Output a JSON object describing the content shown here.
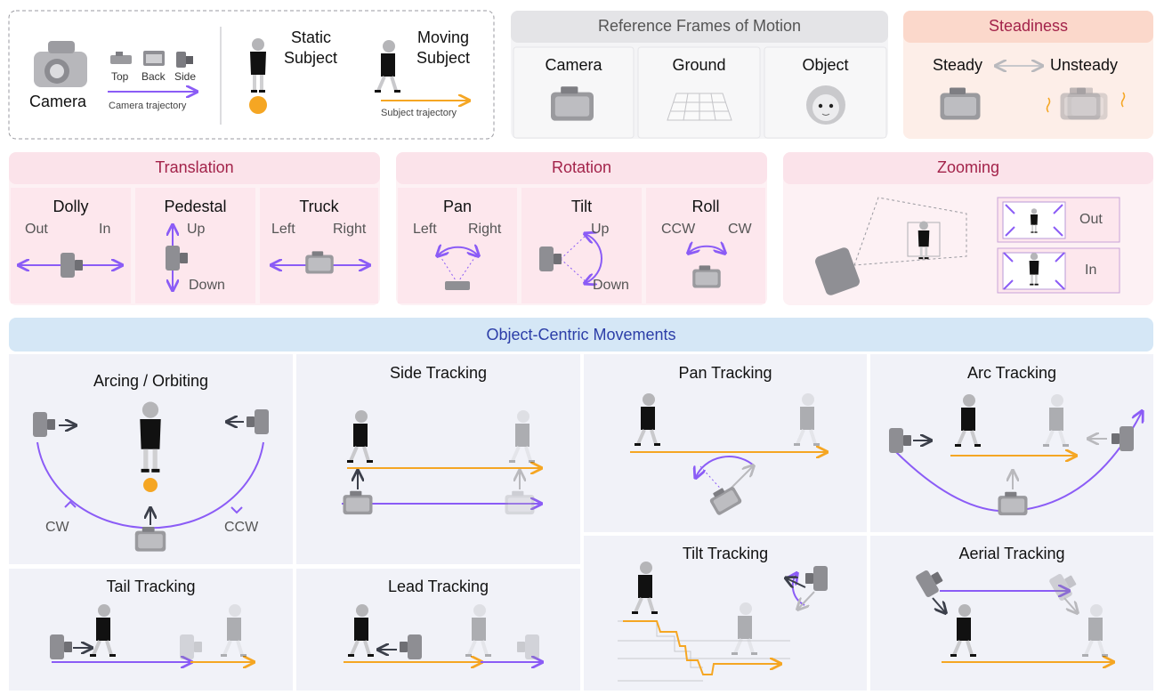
{
  "legend": {
    "camera": "Camera",
    "top": "Top",
    "back": "Back",
    "side": "Side",
    "camera_trajectory": "Camera trajectory",
    "static_subject_1": "Static",
    "static_subject_2": "Subject",
    "moving_subject_1": "Moving",
    "moving_subject_2": "Subject",
    "subject_trajectory": "Subject trajectory"
  },
  "reference_frames": {
    "title": "Reference Frames of Motion",
    "camera": "Camera",
    "ground": "Ground",
    "object": "Object"
  },
  "steadiness": {
    "title": "Steadiness",
    "steady": "Steady",
    "unsteady": "Unsteady"
  },
  "translation": {
    "title": "Translation",
    "dolly": "Dolly",
    "dolly_out": "Out",
    "dolly_in": "In",
    "pedestal": "Pedestal",
    "pedestal_up": "Up",
    "pedestal_down": "Down",
    "truck": "Truck",
    "truck_left": "Left",
    "truck_right": "Right"
  },
  "rotation": {
    "title": "Rotation",
    "pan": "Pan",
    "pan_left": "Left",
    "pan_right": "Right",
    "tilt": "Tilt",
    "tilt_up": "Up",
    "tilt_down": "Down",
    "roll": "Roll",
    "roll_ccw": "CCW",
    "roll_cw": "CW"
  },
  "zooming": {
    "title": "Zooming",
    "out": "Out",
    "in": "In"
  },
  "object_centric": {
    "title": "Object-Centric Movements",
    "arcing": "Arcing / Orbiting",
    "cw": "CW",
    "ccw": "CCW",
    "side_tracking": "Side Tracking",
    "pan_tracking": "Pan Tracking",
    "arc_tracking": "Arc Tracking",
    "tail_tracking": "Tail Tracking",
    "lead_tracking": "Lead Tracking",
    "tilt_tracking": "Tilt Tracking",
    "aerial_tracking": "Aerial Tracking"
  },
  "colors": {
    "purple": "#8b5cf6",
    "orange": "#f5a623",
    "gray_header": "#e6e6e9",
    "pink_header": "#fbe3ea",
    "pink_body": "#fdf1f4",
    "blue_header": "#d6e8f7",
    "blue_body": "#f3f4fa",
    "salmon_header": "#fbd9cc",
    "salmon_body": "#fdeee8",
    "title_red": "#a3234a",
    "title_blue": "#2c3ea8"
  }
}
